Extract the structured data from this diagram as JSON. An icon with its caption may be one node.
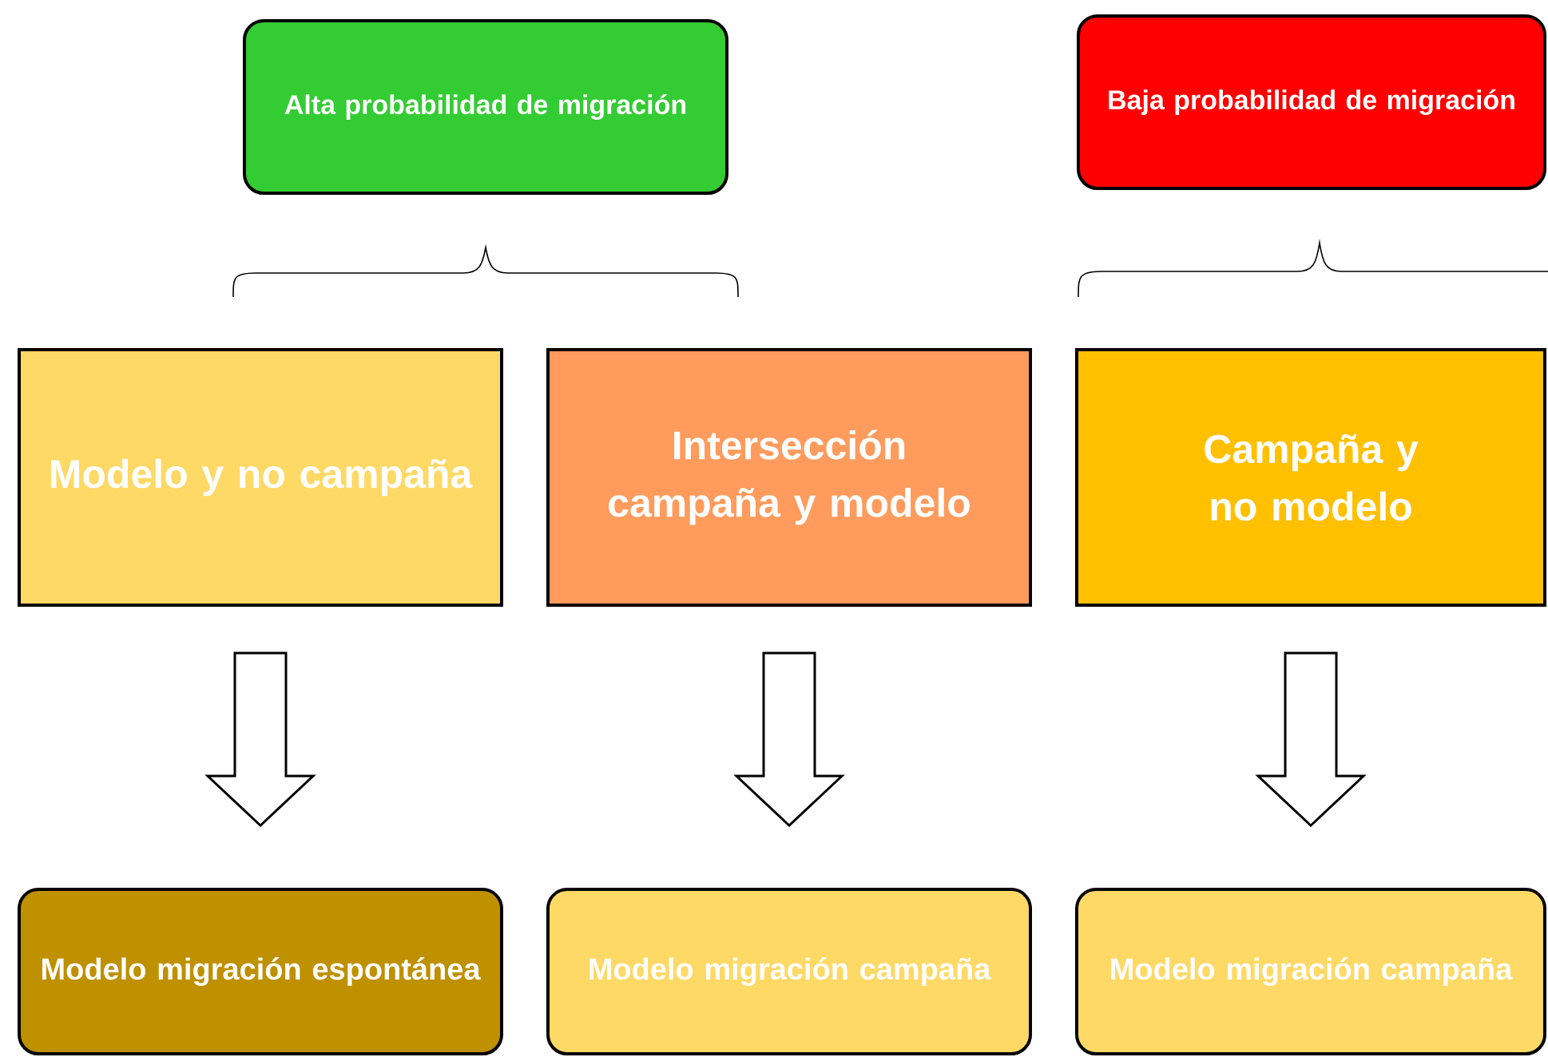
{
  "diagram": {
    "nodes": [
      {
        "text": [
          "Alta probabilidad de migración"
        ]
      },
      {
        "text": [
          "Baja probabilidad de migración"
        ]
      },
      {
        "text": [
          "Modelo y no campaña"
        ]
      },
      {
        "text": [
          "Intersección campaña y modelo"
        ]
      },
      {
        "text": [
          "Campaña y no modelo"
        ]
      },
      {
        "text": [
          "Modelo migración espontánea"
        ]
      },
      {
        "text": [
          "Modelo migración campaña"
        ]
      },
      {
        "text": [
          "Modelo migración campaña"
        ]
      }
    ],
    "edges": [
      {
        "from": 2,
        "to": 5,
        "arrow": "to"
      },
      {
        "from": 3,
        "to": 6,
        "arrow": "to"
      },
      {
        "from": 4,
        "to": 7,
        "arrow": "to"
      }
    ]
  }
}
